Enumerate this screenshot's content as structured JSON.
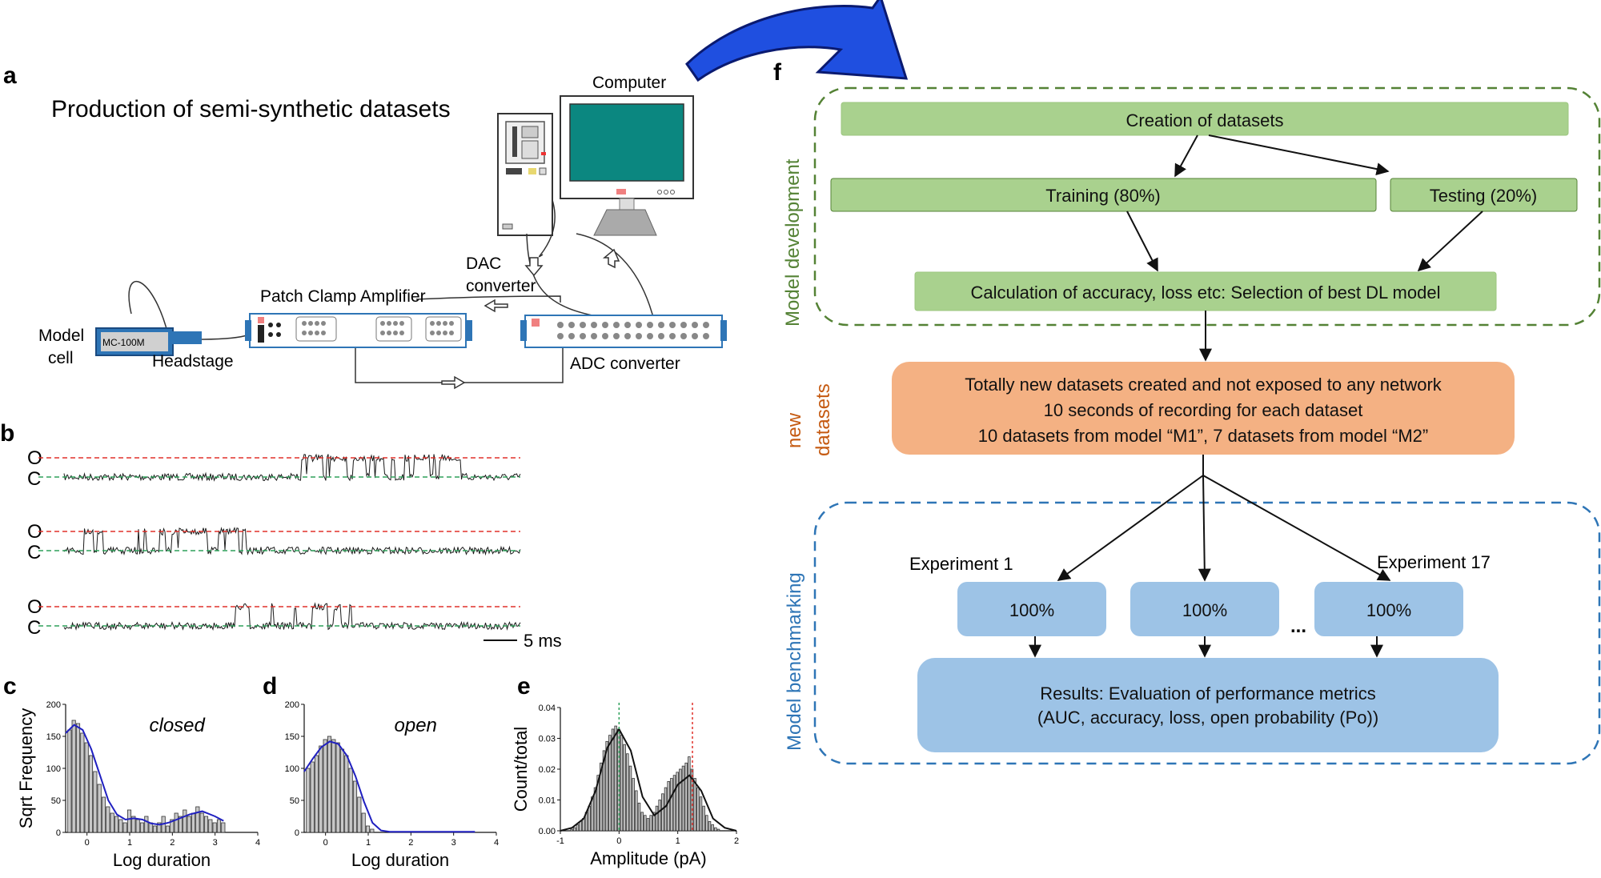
{
  "panels": {
    "a": "a",
    "b": "b",
    "c": "c",
    "d": "d",
    "e": "e",
    "f": "f"
  },
  "panel_a": {
    "title": "Production of semi-synthetic datasets",
    "computer_label": "Computer",
    "dac_label_1": "DAC",
    "dac_label_2": "converter",
    "adc_label": "ADC converter",
    "amplifier_label": "Patch Clamp Amplifier",
    "model_cell_1": "Model",
    "model_cell_2": "cell",
    "headstage_label": "Headstage",
    "mc_label": "MC-100M"
  },
  "panel_b": {
    "open_label": "O",
    "closed_label": "C",
    "scale_label": "5 ms",
    "traces": [
      {
        "open_fraction_start": 0.5,
        "open_fraction_end": 0.87
      },
      {
        "open_fraction_start": 0.02,
        "open_fraction_end": 0.46
      },
      {
        "open_fraction_start": 0.33,
        "open_fraction_end": 0.63
      }
    ],
    "colors": {
      "open_line": "#e0302a",
      "closed_line": "#2ea05a",
      "trace": "#1a1a1a"
    }
  },
  "chart_data": [
    {
      "id": "c",
      "type": "bar",
      "title": "closed",
      "xlabel": "Log duration",
      "ylabel": "Sqrt Frequency",
      "xlim": [
        -0.5,
        4
      ],
      "ylim": [
        0,
        200
      ],
      "x_ticks": [
        "0",
        "1",
        "2",
        "3",
        "4"
      ],
      "y_ticks": [
        "0",
        "50",
        "100",
        "150",
        "200"
      ],
      "bin_width": 0.1,
      "x": [
        -0.4,
        -0.3,
        -0.2,
        -0.1,
        0.0,
        0.1,
        0.2,
        0.3,
        0.4,
        0.5,
        0.6,
        0.7,
        0.8,
        0.9,
        1.0,
        1.1,
        1.2,
        1.3,
        1.4,
        1.5,
        1.6,
        1.7,
        1.8,
        1.9,
        2.0,
        2.1,
        2.2,
        2.3,
        2.4,
        2.5,
        2.6,
        2.7,
        2.8,
        2.9,
        3.0,
        3.1,
        3.2
      ],
      "values": [
        160,
        175,
        170,
        155,
        140,
        120,
        95,
        75,
        55,
        40,
        30,
        25,
        20,
        15,
        35,
        25,
        20,
        15,
        25,
        15,
        10,
        15,
        25,
        10,
        20,
        30,
        25,
        35,
        25,
        30,
        40,
        30,
        25,
        20,
        15,
        20,
        15
      ],
      "fit": [
        [
          -0.5,
          155
        ],
        [
          -0.3,
          168
        ],
        [
          -0.1,
          160
        ],
        [
          0.1,
          130
        ],
        [
          0.3,
          90
        ],
        [
          0.5,
          50
        ],
        [
          0.7,
          28
        ],
        [
          0.9,
          20
        ],
        [
          1.1,
          22
        ],
        [
          1.3,
          20
        ],
        [
          1.5,
          14
        ],
        [
          1.7,
          12
        ],
        [
          1.9,
          15
        ],
        [
          2.1,
          20
        ],
        [
          2.4,
          28
        ],
        [
          2.7,
          33
        ],
        [
          3.0,
          25
        ],
        [
          3.2,
          18
        ]
      ]
    },
    {
      "id": "d",
      "type": "bar",
      "title": "open",
      "xlabel": "Log duration",
      "ylabel": "",
      "xlim": [
        -0.5,
        4
      ],
      "ylim": [
        0,
        200
      ],
      "x_ticks": [
        "0",
        "1",
        "2",
        "3",
        "4"
      ],
      "y_ticks": [
        "0",
        "50",
        "100",
        "150",
        "200"
      ],
      "bin_width": 0.1,
      "x": [
        -0.4,
        -0.3,
        -0.2,
        -0.1,
        0.0,
        0.1,
        0.2,
        0.3,
        0.4,
        0.5,
        0.6,
        0.7,
        0.8,
        0.9,
        1.0,
        1.1
      ],
      "values": [
        100,
        110,
        120,
        135,
        145,
        150,
        145,
        140,
        130,
        120,
        100,
        80,
        55,
        30,
        10,
        5
      ],
      "fit": [
        [
          -0.5,
          95
        ],
        [
          -0.3,
          115
        ],
        [
          -0.1,
          133
        ],
        [
          0.1,
          142
        ],
        [
          0.3,
          138
        ],
        [
          0.5,
          120
        ],
        [
          0.7,
          88
        ],
        [
          0.9,
          48
        ],
        [
          1.1,
          15
        ],
        [
          1.3,
          3
        ],
        [
          1.5,
          1
        ],
        [
          2.0,
          1
        ],
        [
          3.0,
          1
        ],
        [
          3.5,
          1
        ]
      ]
    },
    {
      "id": "e",
      "type": "bar",
      "title": "",
      "xlabel": "Amplitude (pA)",
      "ylabel": "Count/total",
      "xlim": [
        -1,
        2
      ],
      "ylim": [
        0,
        0.04
      ],
      "x_ticks": [
        "-1",
        "0",
        "1",
        "2"
      ],
      "y_ticks": [
        "0.00",
        "0.01",
        "0.02",
        "0.03",
        "0.04"
      ],
      "bin_width": 0.05,
      "x": [
        -0.8,
        -0.75,
        -0.7,
        -0.65,
        -0.6,
        -0.55,
        -0.5,
        -0.45,
        -0.4,
        -0.35,
        -0.3,
        -0.25,
        -0.2,
        -0.15,
        -0.1,
        -0.05,
        0.0,
        0.05,
        0.1,
        0.15,
        0.2,
        0.25,
        0.3,
        0.35,
        0.4,
        0.45,
        0.5,
        0.55,
        0.6,
        0.65,
        0.7,
        0.75,
        0.8,
        0.85,
        0.9,
        0.95,
        1.0,
        1.05,
        1.1,
        1.15,
        1.2,
        1.25,
        1.3,
        1.35,
        1.4,
        1.45,
        1.5,
        1.55,
        1.6,
        1.65,
        1.7
      ],
      "values": [
        0.0005,
        0.001,
        0.002,
        0.003,
        0.004,
        0.006,
        0.008,
        0.011,
        0.014,
        0.018,
        0.022,
        0.026,
        0.029,
        0.031,
        0.033,
        0.034,
        0.033,
        0.031,
        0.028,
        0.025,
        0.021,
        0.017,
        0.013,
        0.009,
        0.006,
        0.005,
        0.004,
        0.005,
        0.006,
        0.008,
        0.01,
        0.012,
        0.014,
        0.016,
        0.017,
        0.018,
        0.019,
        0.02,
        0.021,
        0.022,
        0.024,
        0.02,
        0.017,
        0.014,
        0.011,
        0.008,
        0.005,
        0.003,
        0.002,
        0.001,
        0.0005
      ],
      "fit": [
        [
          -1,
          0
        ],
        [
          -0.8,
          0.001
        ],
        [
          -0.6,
          0.004
        ],
        [
          -0.4,
          0.013
        ],
        [
          -0.2,
          0.027
        ],
        [
          0,
          0.033
        ],
        [
          0.2,
          0.026
        ],
        [
          0.4,
          0.011
        ],
        [
          0.6,
          0.005
        ],
        [
          0.8,
          0.008
        ],
        [
          1.0,
          0.015
        ],
        [
          1.2,
          0.018
        ],
        [
          1.4,
          0.013
        ],
        [
          1.6,
          0.004
        ],
        [
          1.8,
          0.001
        ],
        [
          2,
          0
        ]
      ],
      "markers": {
        "closed_x": 0.0,
        "open_x": 1.25
      }
    }
  ],
  "panel_f": {
    "side_labels": {
      "development": "Model development",
      "new_1": "new",
      "new_2": "datasets",
      "benchmarking": "Model benchmarking"
    },
    "boxes": {
      "creation": "Creation of datasets",
      "training": "Training (80%)",
      "testing": "Testing (20%)",
      "calculation": "Calculation of accuracy, loss etc:  Selection of best DL model",
      "new_line_1": "Totally new datasets created and not exposed to any network",
      "new_line_2": "10 seconds of recording for each dataset",
      "new_line_3": "10 datasets from model “M1”, 7 datasets from model “M2”",
      "exp_1": "100%",
      "exp_2": "100%",
      "exp_3": "100%",
      "ellipsis": "...",
      "results_1": "Results: Evaluation of performance metrics",
      "results_2": "(AUC, accuracy, loss, open probability (Po))"
    },
    "experiment_first": "Experiment 1",
    "experiment_last": "Experiment 17",
    "colors": {
      "green_fill": "#a9d18e",
      "green_border": "#538135",
      "orange_fill": "#f4b183",
      "blue_fill": "#9dc3e6",
      "dev_dash": "#548235",
      "bench_dash": "#2e75b6",
      "dev_text": "#548235",
      "new_text": "#c55a11",
      "bench_text": "#2e75b6",
      "big_arrow": "#1f4fe0"
    }
  }
}
